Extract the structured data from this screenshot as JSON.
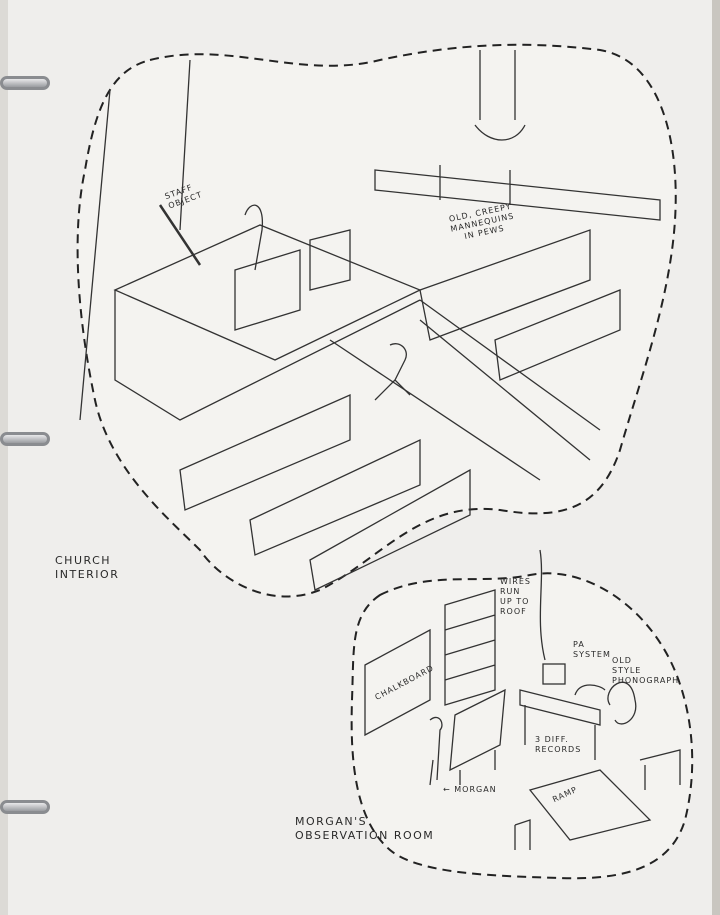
{
  "church_interior": {
    "title": "Church\nInterior",
    "annotations": {
      "staff": "Staff\nObject",
      "mannequins": "Old, creepy\nmannequins\nin pews"
    }
  },
  "observation_room": {
    "title": "Morgan's\nObservation Room",
    "annotations": {
      "wires": "Wires\nrun\nup to\nroof",
      "pa": "PA\nSystem",
      "phonograph": "Old\nstyle\nphonograph",
      "chalkboard": "Chalkboard",
      "records": "3 diff.\nrecords",
      "morgan": "← Morgan",
      "ramp": "Ramp"
    }
  }
}
